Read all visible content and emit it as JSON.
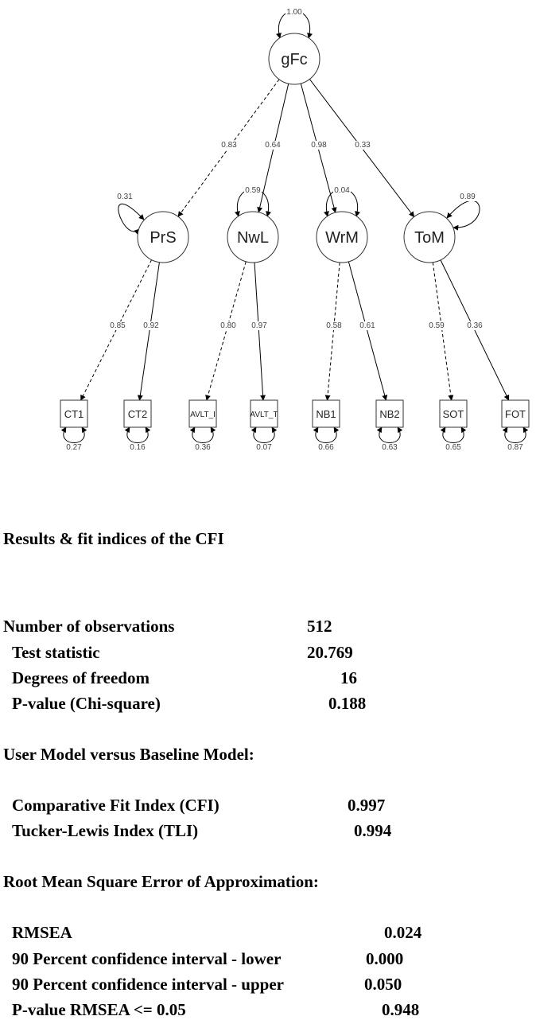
{
  "diagram": {
    "latent_nodes": [
      {
        "id": "gFc",
        "label": "gFc",
        "variance": "1.00"
      },
      {
        "id": "PrS",
        "label": "PrS",
        "variance": "0.31"
      },
      {
        "id": "NwL",
        "label": "NwL",
        "variance": "0.59"
      },
      {
        "id": "WrM",
        "label": "WrM",
        "variance": "0.04"
      },
      {
        "id": "ToM",
        "label": "ToM",
        "variance": "0.89"
      }
    ],
    "indicators": [
      {
        "id": "CT1",
        "label": "CT1",
        "variance": "0.27"
      },
      {
        "id": "CT2",
        "label": "CT2",
        "variance": "0.16"
      },
      {
        "id": "AVLT_I",
        "label": "AVLT_I",
        "variance": "0.36"
      },
      {
        "id": "AVLT_T",
        "label": "AVLT_T",
        "variance": "0.07"
      },
      {
        "id": "NB1",
        "label": "NB1",
        "variance": "0.66"
      },
      {
        "id": "NB2",
        "label": "NB2",
        "variance": "0.63"
      },
      {
        "id": "SOT",
        "label": "SOT",
        "variance": "0.65"
      },
      {
        "id": "FOT",
        "label": "FOT",
        "variance": "0.87"
      }
    ],
    "loadings": [
      {
        "from": "gFc",
        "to": "PrS",
        "value": "0.83",
        "dashed": true
      },
      {
        "from": "gFc",
        "to": "NwL",
        "value": "0.64",
        "dashed": false
      },
      {
        "from": "gFc",
        "to": "WrM",
        "value": "0.98",
        "dashed": false
      },
      {
        "from": "gFc",
        "to": "ToM",
        "value": "0.33",
        "dashed": false
      },
      {
        "from": "PrS",
        "to": "CT1",
        "value": "0.85",
        "dashed": true
      },
      {
        "from": "PrS",
        "to": "CT2",
        "value": "0.92",
        "dashed": false
      },
      {
        "from": "NwL",
        "to": "AVLT_I",
        "value": "0.80",
        "dashed": true
      },
      {
        "from": "NwL",
        "to": "AVLT_T",
        "value": "0.97",
        "dashed": false
      },
      {
        "from": "WrM",
        "to": "NB1",
        "value": "0.58",
        "dashed": true
      },
      {
        "from": "WrM",
        "to": "NB2",
        "value": "0.61",
        "dashed": false
      },
      {
        "from": "ToM",
        "to": "SOT",
        "value": "0.59",
        "dashed": true
      },
      {
        "from": "ToM",
        "to": "FOT",
        "value": "0.36",
        "dashed": false
      }
    ]
  },
  "results": {
    "heading": "Results & fit indices of the CFI",
    "n_obs_label": "Number of observations",
    "n_obs_value": "512",
    "test_stat_label": "Test statistic",
    "test_stat_value": "20.769",
    "df_label": "Degrees of freedom",
    "df_value": "16",
    "pvalue_label": "P-value (Chi-square)",
    "pvalue_value": "0.188",
    "baseline_heading": "User Model versus Baseline Model:",
    "cfi_label": "Comparative Fit Index (CFI)",
    "cfi_value": "0.997",
    "tli_label": "Tucker-Lewis Index (TLI)",
    "tli_value": "0.994",
    "rmsea_heading": "Root Mean Square Error of Approximation:",
    "rmsea_label": "RMSEA",
    "rmsea_value": "0.024",
    "ci_lower_label": "90 Percent confidence interval - lower",
    "ci_lower_value": "0.000",
    "ci_upper_label": "90 Percent confidence interval - upper",
    "ci_upper_value": "0.050",
    "p_rmsea_label": "P-value RMSEA <= 0.05",
    "p_rmsea_value": "0.948"
  }
}
